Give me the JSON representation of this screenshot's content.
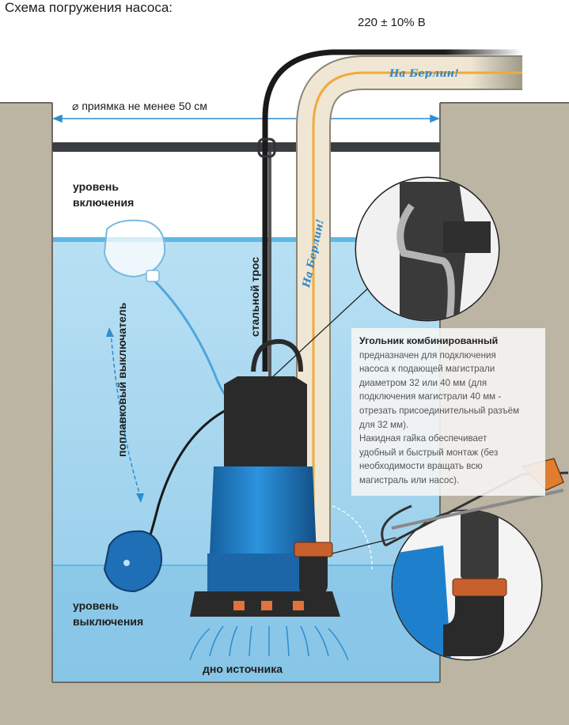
{
  "title": "Схема погружения насоса:",
  "voltage_label": "220 ± 10% В",
  "pit_width_label": "⌀ приямка не менее 50 см",
  "level_on_label": [
    "уровень",
    "включения"
  ],
  "steel_cable_label": "стальной трос",
  "float_switch_label": "поплавковый выключатель",
  "level_off_label": [
    "уровень",
    "выключения"
  ],
  "bottom_label": "дно источника",
  "hose_brand": "На Берлин!",
  "info_box": {
    "title": "Угольник комбинированный",
    "lines": [
      "предназначен для подключения",
      "насоса к подающей магистрали",
      "диаметром 32 или 40 мм (для",
      "подключения магистрали 40 мм -",
      "отрезать присоединительный разъём",
      "для 32 мм).",
      "Накидная гайка обеспечивает",
      "удобный и быстрый монтаж (без",
      "необходимости вращать всю",
      "магистраль или насос)."
    ]
  },
  "colors": {
    "ground": "#bcb5a4",
    "water": "#a8d6ef",
    "water_surface": "#5cb8e8",
    "pump_blue": "#1e80cc",
    "pump_dark": "#2a2a2a",
    "hose": "#efe7d4",
    "hose_stripe": "#f2a93b",
    "nut": "#c8602e"
  }
}
